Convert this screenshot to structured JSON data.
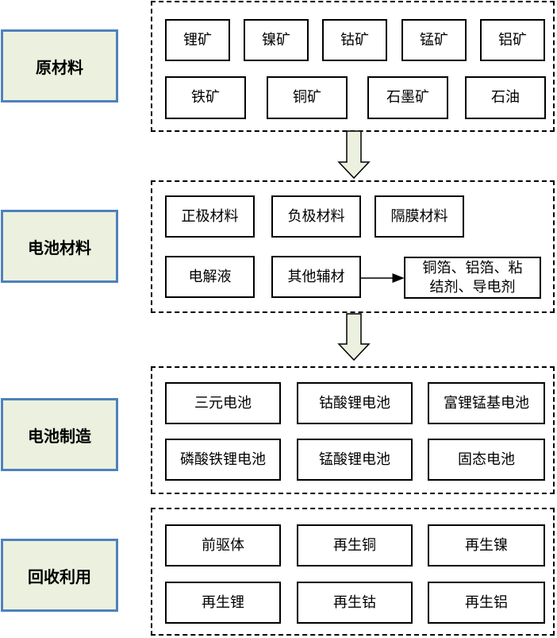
{
  "stages": {
    "s1": "原材料",
    "s2": "电池材料",
    "s3": "电池制造",
    "s4": "回收利用"
  },
  "raw": {
    "lithium_ore": "锂矿",
    "nickel_ore": "镍矿",
    "cobalt_ore": "钴矿",
    "manganese_ore": "锰矿",
    "aluminum_ore": "铝矿",
    "iron_ore": "铁矿",
    "copper_ore": "铜矿",
    "graphite_ore": "石墨矿",
    "petroleum": "石油"
  },
  "materials": {
    "cathode": "正极材料",
    "anode": "负极材料",
    "separator": "隔膜材料",
    "electrolyte": "电解液",
    "auxiliary": "其他辅材",
    "aux_detail_line1": "铜箔、铝箔、粘",
    "aux_detail_line2": "结剂、导电剂"
  },
  "manufacturing": {
    "ternary": "三元电池",
    "lco": "钴酸锂电池",
    "lirich": "富锂锰基电池",
    "lfp": "磷酸铁锂电池",
    "lmo": "锰酸锂电池",
    "solid": "固态电池"
  },
  "recycling": {
    "precursor": "前驱体",
    "copper": "再生铜",
    "nickel": "再生镍",
    "lithium": "再生锂",
    "cobalt": "再生钴",
    "aluminum": "再生铝"
  }
}
